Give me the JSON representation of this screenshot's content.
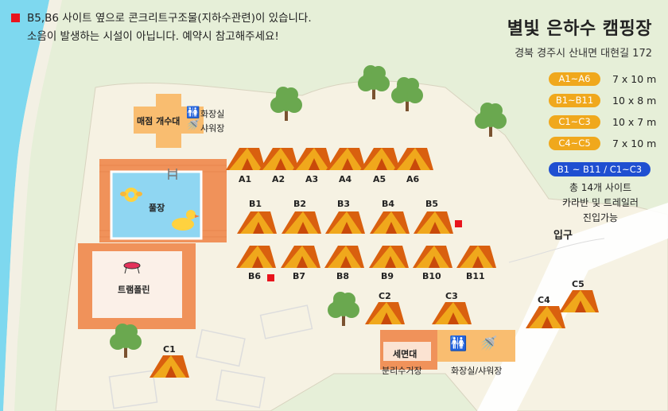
{
  "notice": {
    "line1": "B5,B6 사이트 옆으로 콘크리트구조물(지하수관련)이 있습니다.",
    "line2": "소음이 발생하는 시설이 아닙니다. 예약시 참고해주세요!"
  },
  "title": "별빛 은하수 캠핑장",
  "address": "경북 경주시 산내면 대현길 172",
  "legend": [
    {
      "range": "A1~A6",
      "size": "7 x 10 m"
    },
    {
      "range": "B1~B11",
      "size": "10 x 8 m"
    },
    {
      "range": "C1~C3",
      "size": "10 x 7 m"
    },
    {
      "range": "C4~C5",
      "size": "7 x 10 m"
    }
  ],
  "rv_range": "B1 ~ B11 / C1~C3",
  "info": [
    "총 14개 사이트",
    "카라반 및 트레일러",
    "진입가능"
  ],
  "entrance": "입구",
  "facilities": {
    "store": "매점 개수대",
    "restroom": "화장실",
    "shower": "샤워장",
    "pool": "풀장",
    "trampoline": "트램폴린",
    "sink": "세면대",
    "recycle": "분리수거장",
    "restroom_shower": "화장실/샤워장"
  },
  "sites": {
    "A": [
      "A1",
      "A2",
      "A3",
      "A4",
      "A5",
      "A6"
    ],
    "B_top": [
      "B1",
      "B2",
      "B3",
      "B4",
      "B5"
    ],
    "B_bottom": [
      "B6",
      "B7",
      "B8",
      "B9",
      "B10",
      "B11"
    ],
    "C": [
      "C1",
      "C2",
      "C3",
      "C4",
      "C5"
    ]
  },
  "colors": {
    "tent": "#f0a81c",
    "tent_dark": "#d9600f",
    "brick": "#f0925a",
    "pool_water": "#8fd6f2",
    "river": "#7ed8ef",
    "marker": "#e8141d",
    "blue_pill": "#1f4fd1"
  }
}
